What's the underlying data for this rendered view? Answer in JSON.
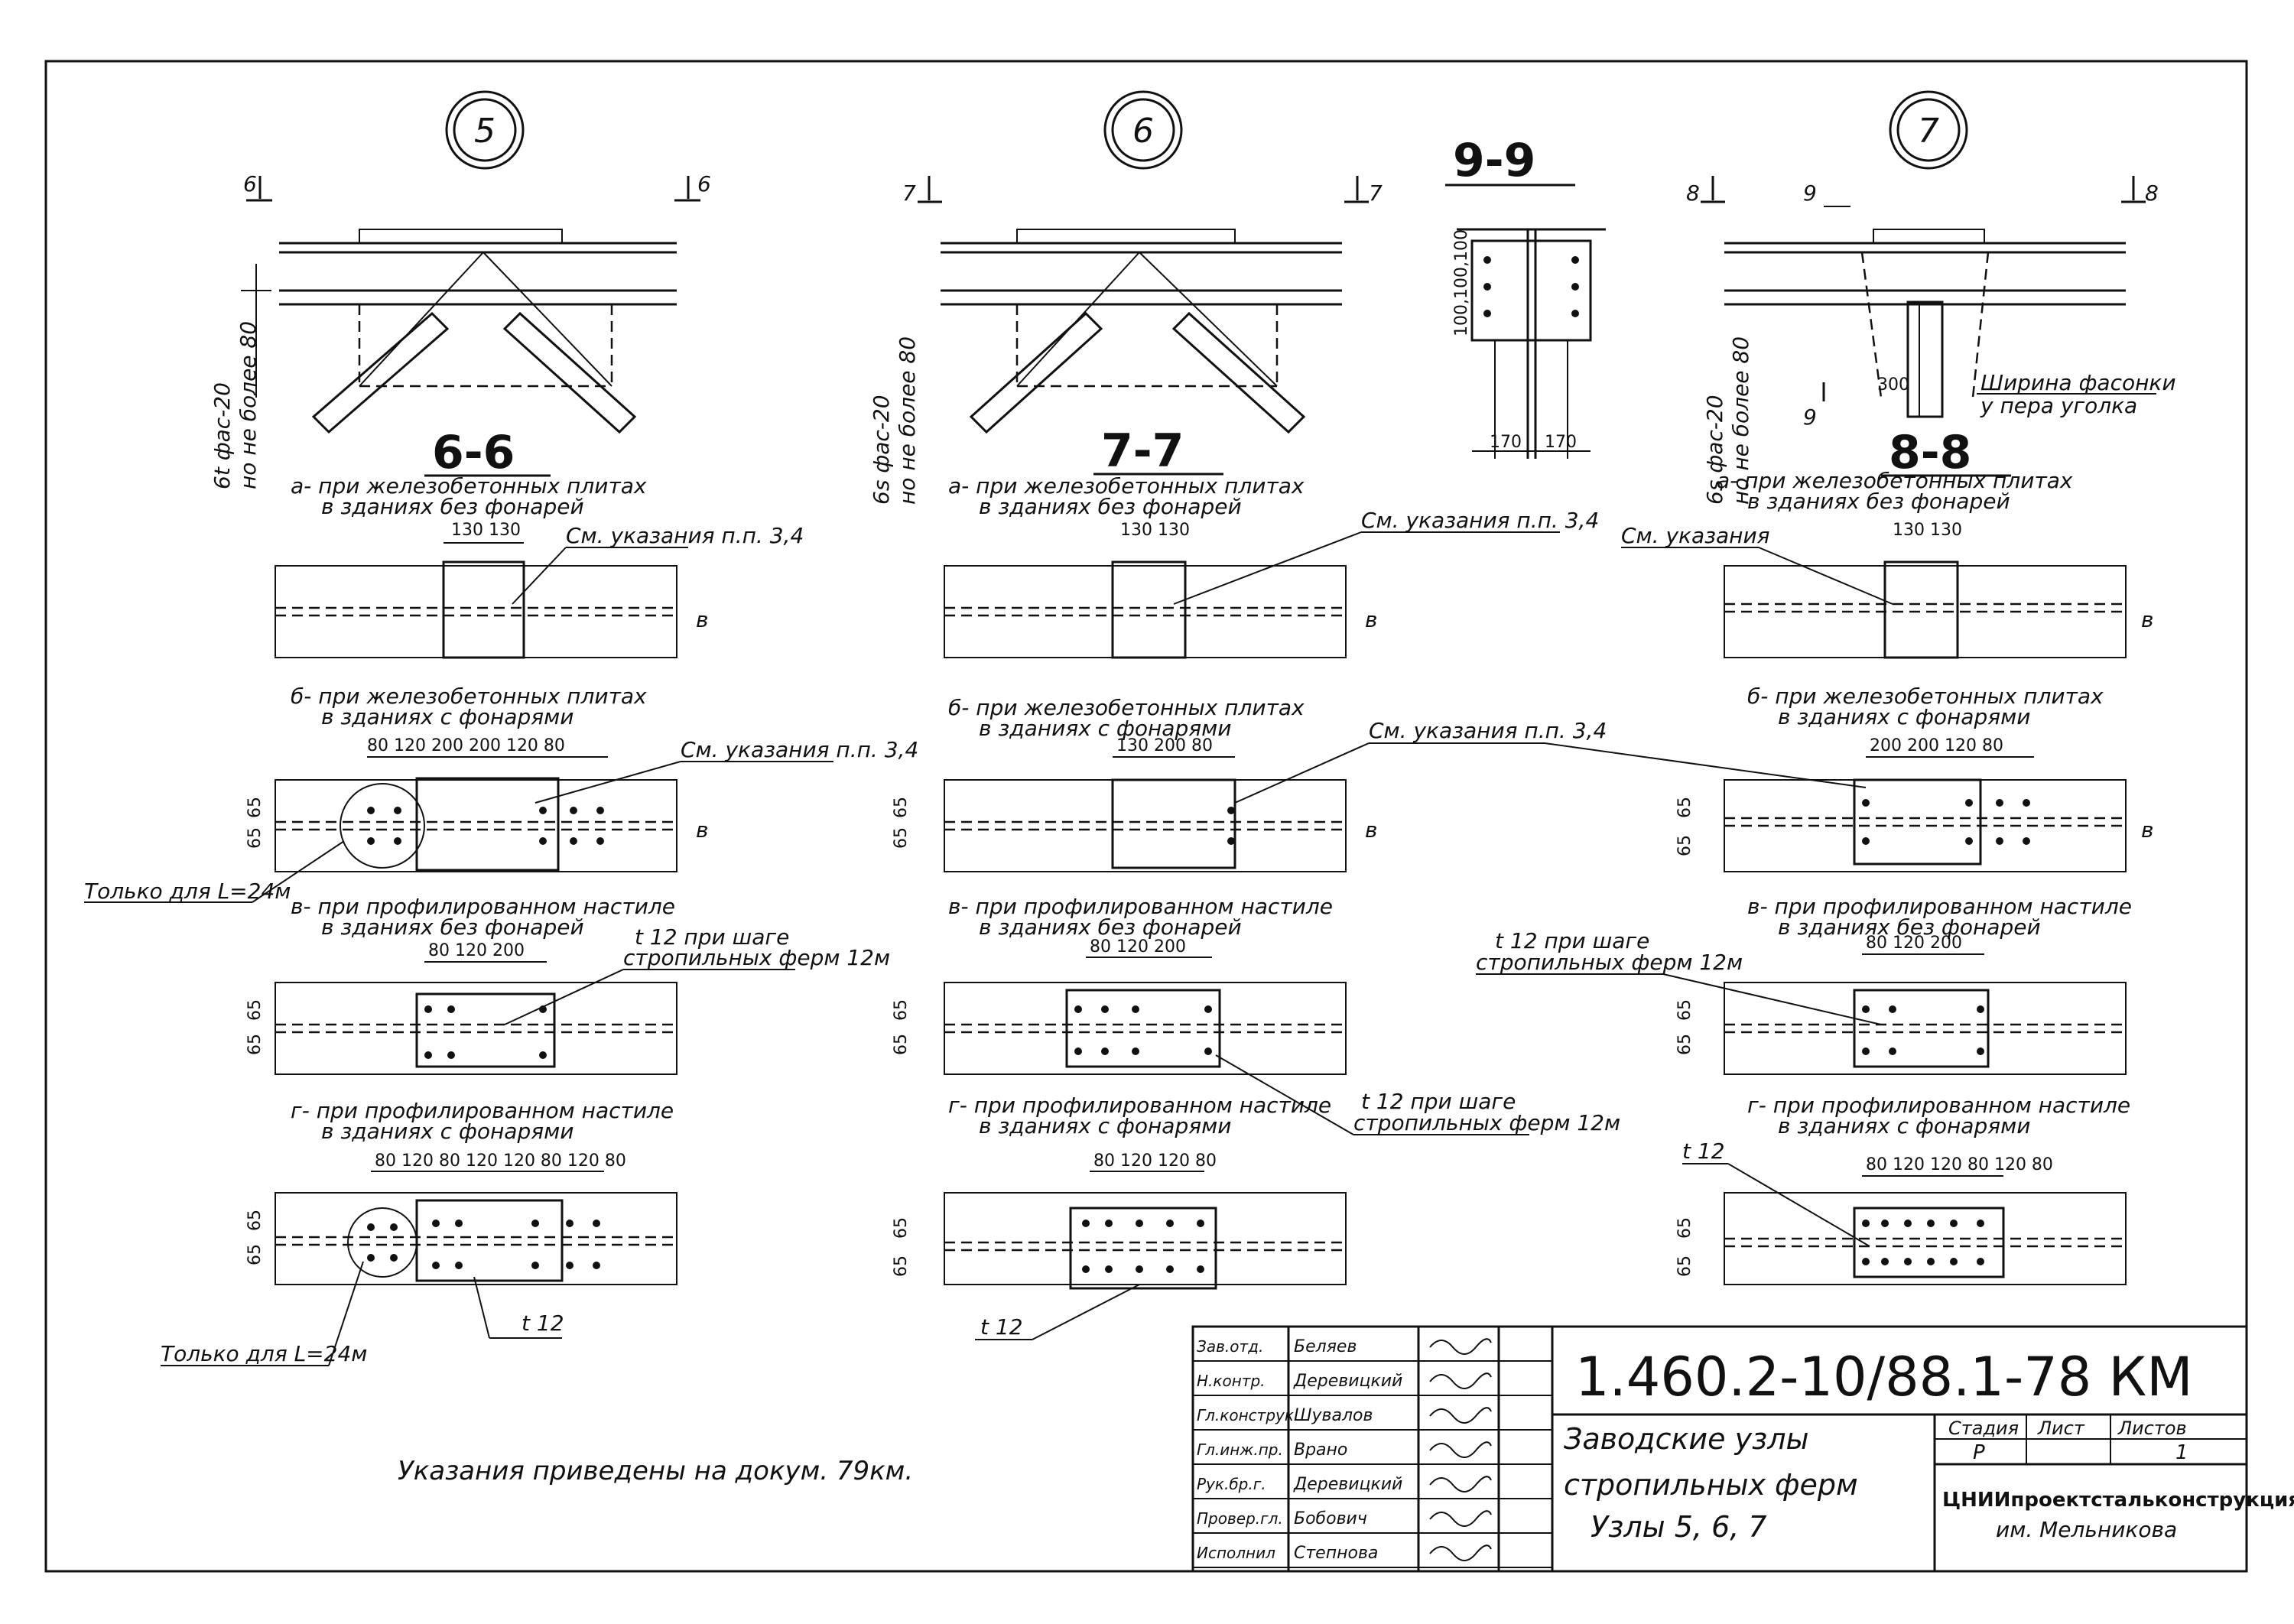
{
  "nodes": [
    {
      "number": "5",
      "cut": "6"
    },
    {
      "number": "6",
      "cut": "7"
    },
    {
      "number": "7",
      "cut": "8"
    }
  ],
  "section_titles": [
    "6-6",
    "7-7",
    "9-9",
    "8-8"
  ],
  "cut_marks": {
    "n9": "9"
  },
  "side_notes": {
    "n5": [
      "6t фас-20",
      "но не более 80"
    ],
    "n6": [
      "6s фас-20",
      "но не более 80"
    ],
    "n7": [
      "6s фас-20",
      "но не более 80"
    ]
  },
  "dims": {
    "d100": "100,100,100",
    "d170a": "170",
    "d170b": "170",
    "d300": "300",
    "d130": "130",
    "d130b": "130",
    "d80": "80",
    "d120": "120",
    "d200": "200",
    "d65": "65",
    "b": "в",
    "row_a5": "130  130",
    "row_b5": "80  120   200       200    120  80",
    "row_b6": "130  200  80",
    "row_b7": "200     200    120  80",
    "row_v5": "80  120   200",
    "row_v6": "80  120   200",
    "row_v7": "80  120   200",
    "row_g5": "80 120 80 120 120 80 120 80",
    "row_g6": "80 120 120 80",
    "row_g7": "80 120 120 80 120 80"
  },
  "variants": {
    "a": [
      "а- при железобетонных  плитах",
      "в зданиях  без фонарей"
    ],
    "b": [
      "б- при железобетонных  плитах",
      "в зданиях  с фонарями"
    ],
    "v": [
      "в- при профилированном настиле",
      "в зданиях  без фонарей"
    ],
    "g": [
      "г- при профилированном  настиле",
      "в зданиях  с фонарями"
    ]
  },
  "notes": {
    "see_34": "См. указания п.п. 3,4",
    "see": "См. указания",
    "t12_step": [
      "t 12 при шаге",
      "стропильных ферм 12м"
    ],
    "t12": "t 12",
    "only24": "Только для L=24м",
    "facing": [
      "Ширина фасонки",
      "у пера уголка"
    ],
    "instructions": "Указания  приведены  на докум. 79км."
  },
  "title_block": {
    "code": "1.460.2-10/88.1-78 КМ",
    "signers": [
      {
        "role": "Зав.отд.",
        "name": "Беляев"
      },
      {
        "role": "Н.контр.",
        "name": "Деревицкий"
      },
      {
        "role": "Гл.конструк.",
        "name": "Шувалов"
      },
      {
        "role": "Гл.инж.пр.",
        "name": "Врано"
      },
      {
        "role": "Рук.бр.г.",
        "name": "Деревицкий"
      },
      {
        "role": "Провер.гл.",
        "name": "Бобович"
      },
      {
        "role": "Исполнил",
        "name": "Степнова"
      }
    ],
    "title_lines": [
      "Заводские  узлы",
      "стропильных  ферм",
      "Узлы  5, 6, 7"
    ],
    "stage_label": "Стадия",
    "sheet_label": "Лист",
    "sheets_label": "Листов",
    "stage": "Р",
    "sheets": "1",
    "org": "ЦНИИпроектстальконструкция",
    "org_sub": "им. Мельникова"
  }
}
